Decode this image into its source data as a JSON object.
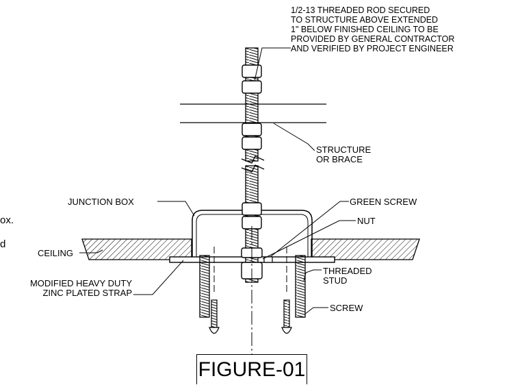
{
  "notes": {
    "threaded_rod": [
      "1/2-13 THREADED ROD SECURED",
      "TO STRUCTURE ABOVE EXTENDED",
      "1\" BELOW FINISHED CEILING TO BE",
      "PROVIDED BY GENERAL CONTRACTOR",
      "AND VERIFIED BY PROJECT ENGINEER"
    ]
  },
  "labels": {
    "structure": [
      "STRUCTURE",
      "OR BRACE"
    ],
    "junction_box": "JUNCTION BOX",
    "green_screw": "GREEN SCREW",
    "nut": "NUT",
    "ceiling": "CEILING",
    "threaded_stud": [
      "THREADED",
      "STUD"
    ],
    "strap": [
      "MODIFIED HEAVY DUTY",
      "ZINC PLATED STRAP"
    ],
    "screw": "SCREW"
  },
  "cropped_text": {
    "frag1": "ox.",
    "frag2": "d"
  },
  "figure_label": "FIGURE-01"
}
